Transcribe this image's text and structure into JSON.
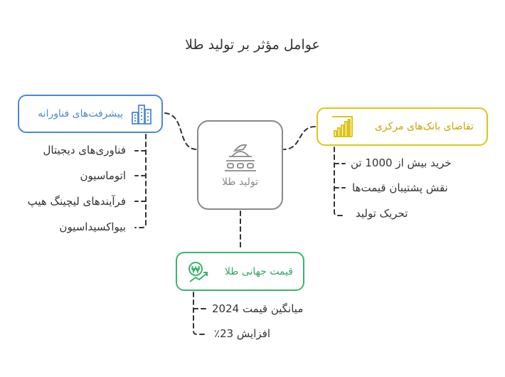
{
  "title": "عوامل مؤثر بر تولید طلا",
  "center": {
    "label": "تولید طلا",
    "icon": "gold-factory-icon"
  },
  "tech": {
    "label": "پیشرفت‌های فناورانه",
    "icon": "city-buildings-icon",
    "color": "#4a88d8",
    "items": [
      "فناوری‌های دیجیتال",
      "اتوماسیون",
      "فرآیندهای لیچینگ هیپ",
      "بیواکسیداسیون"
    ]
  },
  "bank": {
    "label": "تقاضای بانک‌های مرکزی",
    "icon": "bar-chart-icon",
    "color": "#e0c419",
    "items": [
      "خرید بیش از 1000 تن",
      "نقش پشتیبان قیمت‌ها",
      "تحریک تولید"
    ]
  },
  "price": {
    "label": "قیمت جهانی طلا",
    "icon": "currency-growth-icon",
    "color": "#3db36b",
    "items": [
      "میانگین قیمت 2024",
      "افزایش 23٪"
    ]
  }
}
